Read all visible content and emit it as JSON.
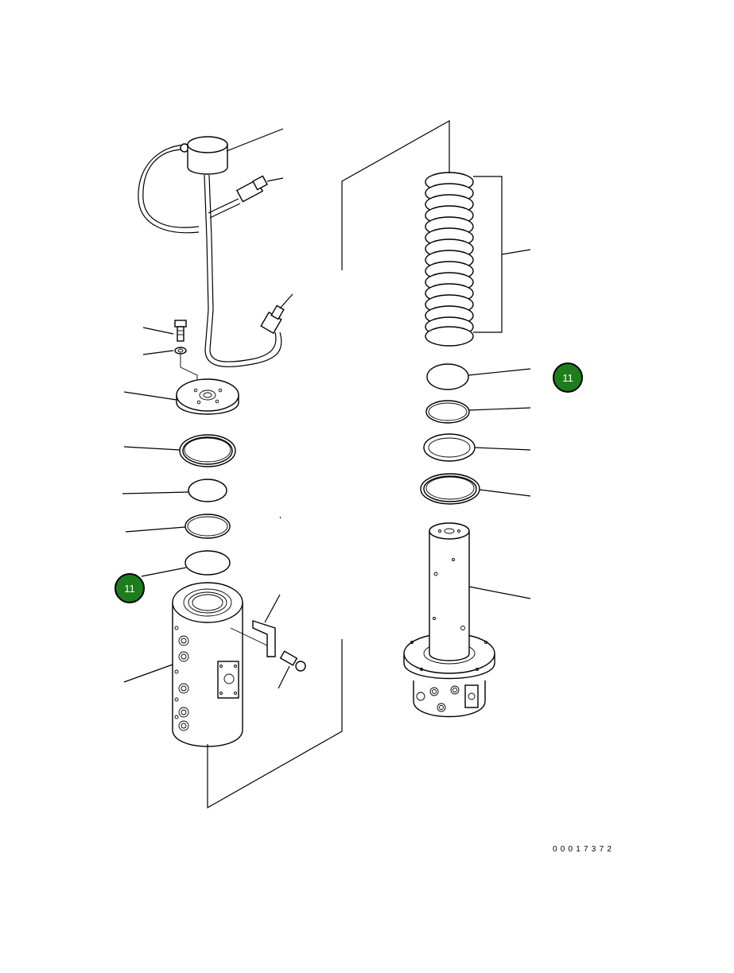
{
  "diagram": {
    "callouts": [
      {
        "label": "11"
      },
      {
        "label": "11"
      }
    ],
    "drawing_number": "00017372"
  },
  "colors": {
    "callout_fill": "#1d7d1d",
    "line": "#000000",
    "background": "#ffffff"
  }
}
